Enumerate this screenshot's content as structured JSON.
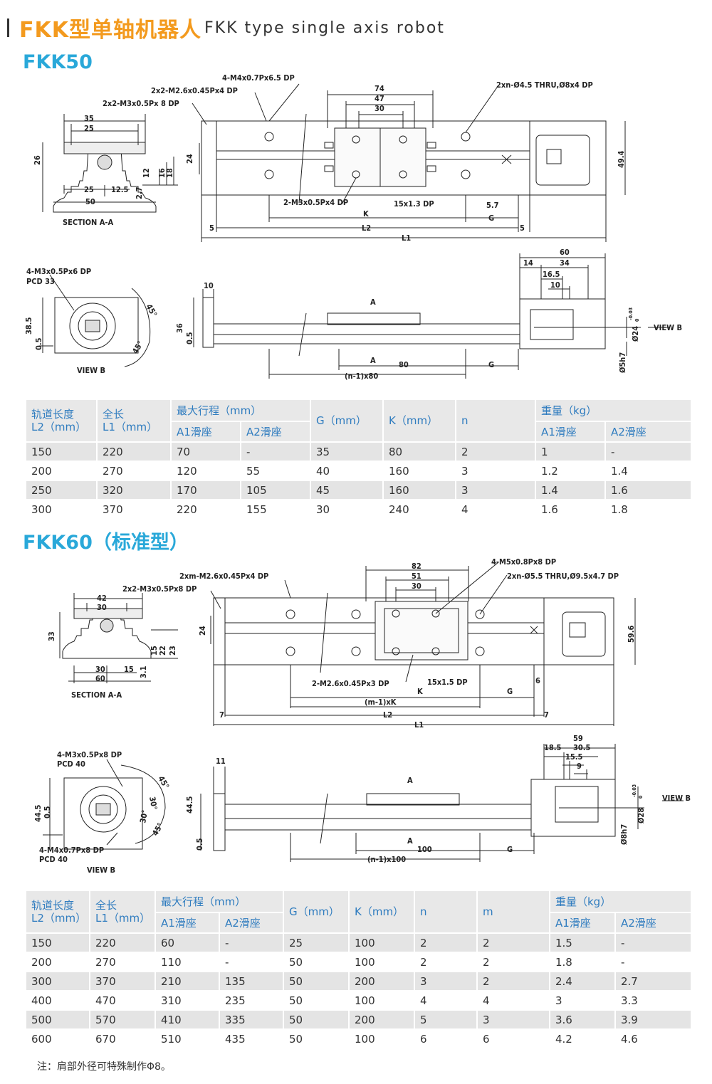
{
  "header": {
    "title_cn": "FKK型单轴机器人",
    "title_en": "FKK type single axis robot"
  },
  "colors": {
    "title": "#f39a1e",
    "section": "#29a8d9",
    "table_header": "#2f7cbf"
  },
  "fkk50": {
    "heading": "FKK50",
    "drawing": {
      "sec_dim_35": "35",
      "sec_dim_25": "25",
      "sec_dim_26": "26",
      "sec_dim_bot25": "25",
      "sec_dim_12_5": "12.5",
      "sec_dim_50": "50",
      "sec_dim_2_7": "2.7",
      "sec_dim_12": "12",
      "sec_dim_16": "16",
      "sec_dim_18": "18",
      "section_label": "SECTION A-A",
      "call_m4": "4-M4x0.7Px6.5 DP",
      "call_m26": "2x2-M2.6x0.45Px4 DP",
      "call_m3": "2x2-M3x0.5Px 8 DP",
      "call_thru": "2xn-Ø4.5 THRU,Ø8x4 DP",
      "top_74": "74",
      "top_47": "47",
      "top_30": "30",
      "side_24": "24",
      "side_49_4": "49.4",
      "call_m3_4dp": "2-M3x0.5Px4 DP",
      "call_15x13": "15x1.3 DP",
      "d_5_7": "5.7",
      "d_K": "K",
      "d_G": "G",
      "d_5a": "5",
      "d_L2": "L2",
      "d_5b": "5",
      "d_L1": "L1",
      "vb_call": "4-M3x0.5Px6 DP",
      "vb_pcd": "PCD 33",
      "vb_38_5": "38.5",
      "vb_0_5": "0.5",
      "vb_45a": "45°",
      "vb_45b": "45°",
      "vb_label": "VIEW B",
      "sv_10": "10",
      "sv_36": "36",
      "sv_0_5": "0.5",
      "sv_A1": "A",
      "sv_A2": "A",
      "sv_80": "80",
      "sv_G": "G",
      "sv_n80": "(n-1)x80",
      "sv_60": "60",
      "sv_14": "14",
      "sv_34": "34",
      "sv_16_5": "16.5",
      "sv_10b": "10",
      "sv_phi24": "Ø24",
      "sv_tol": "-0.03",
      "sv_tol0": "0",
      "sv_viewb": "VIEW B",
      "sv_phi5": "Ø5h7"
    },
    "headers": {
      "l2": "轨道长度",
      "l2u": "L2（mm）",
      "l1": "全长",
      "l1u": "L1（mm）",
      "stroke": "最大行程（mm）",
      "a1": "A1滑座",
      "a2": "A2滑座",
      "g": "G（mm）",
      "k": "K（mm）",
      "n": "n",
      "weight": "重量（kg）",
      "wa1": "A1滑座",
      "wa2": "A2滑座"
    },
    "rows": [
      [
        "150",
        "220",
        "70",
        "-",
        "35",
        "80",
        "2",
        "1",
        "-"
      ],
      [
        "200",
        "270",
        "120",
        "55",
        "40",
        "160",
        "3",
        "1.2",
        "1.4"
      ],
      [
        "250",
        "320",
        "170",
        "105",
        "45",
        "160",
        "3",
        "1.4",
        "1.6"
      ],
      [
        "300",
        "370",
        "220",
        "155",
        "30",
        "240",
        "4",
        "1.6",
        "1.8"
      ]
    ]
  },
  "fkk60": {
    "heading": "FKK60（标准型）",
    "drawing": {
      "sec_42": "42",
      "sec_30": "30",
      "sec_33": "33",
      "sec_15": "15",
      "sec_22": "22",
      "sec_23": "23",
      "sec_b30": "30",
      "sec_b15": "15",
      "sec_3_1": "3.1",
      "sec_60": "60",
      "section_label": "SECTION A-A",
      "call_m26": "2xm-M2.6x0.45Px4 DP",
      "call_m3": "2x2-M3x0.5Px8 DP",
      "call_m5": "4-M5x0.8Px8 DP",
      "call_thru": "2xn-Ø5.5 THRU,Ø9.5x4.7 DP",
      "top_82": "82",
      "top_51": "51",
      "top_30": "30",
      "side_24": "24",
      "side_59_6": "59.6",
      "call_m26_3": "2-M2.6x0.45Px3 DP",
      "call_15x15": "15x1.5 DP",
      "d_6": "6",
      "d_K": "K",
      "d_G": "G",
      "d_mK": "(m-1)xK",
      "d_7a": "7",
      "d_L2": "L2",
      "d_7b": "7",
      "d_L1": "L1",
      "vb_call": "4-M3x0.5Px8 DP",
      "vb_pcd": "PCD 40",
      "vb_44_5": "44.5",
      "vb_0_5": "0.5",
      "vb_45": "45°",
      "vb_30a": "30°",
      "vb_30b": "30°",
      "vb_45b": "45°",
      "vb_call2": "4-M4x0.7Px8 DP",
      "vb_pcd2": "PCD 40",
      "vb_label": "VIEW B",
      "sv_11": "11",
      "sv_44_5": "44.5",
      "sv_0_5": "0.5",
      "sv_A1": "A",
      "sv_A2": "A",
      "sv_100": "100",
      "sv_G": "G",
      "sv_n100": "(n-1)x100",
      "sv_59": "59",
      "sv_18_5": "18.5",
      "sv_30_5": "30.5",
      "sv_15_5": "15.5",
      "sv_9": "9",
      "sv_phi28": "Ø28",
      "sv_tol": "-0.03",
      "sv_tol0": "0",
      "sv_viewb": "VIEW B",
      "sv_phi8": "Ø8h7"
    },
    "headers": {
      "l2": "轨道长度",
      "l2u": "L2（mm）",
      "l1": "全长",
      "l1u": "L1（mm）",
      "stroke": "最大行程（mm）",
      "a1": "A1滑座",
      "a2": "A2滑座",
      "g": "G（mm）",
      "k": "K（mm）",
      "n": "n",
      "m": "m",
      "weight": "重量（kg）",
      "wa1": "A1滑座",
      "wa2": "A2滑座"
    },
    "rows": [
      [
        "150",
        "220",
        "60",
        "-",
        "25",
        "100",
        "2",
        "2",
        "1.5",
        "-"
      ],
      [
        "200",
        "270",
        "110",
        "-",
        "50",
        "100",
        "2",
        "2",
        "1.8",
        "-"
      ],
      [
        "300",
        "370",
        "210",
        "135",
        "50",
        "200",
        "3",
        "2",
        "2.4",
        "2.7"
      ],
      [
        "400",
        "470",
        "310",
        "235",
        "50",
        "100",
        "4",
        "4",
        "3",
        "3.3"
      ],
      [
        "500",
        "570",
        "410",
        "335",
        "50",
        "200",
        "5",
        "3",
        "3.6",
        "3.9"
      ],
      [
        "600",
        "670",
        "510",
        "435",
        "50",
        "100",
        "6",
        "6",
        "4.2",
        "4.6"
      ]
    ]
  },
  "note": "注：肩部外径可特殊制作Φ8。"
}
